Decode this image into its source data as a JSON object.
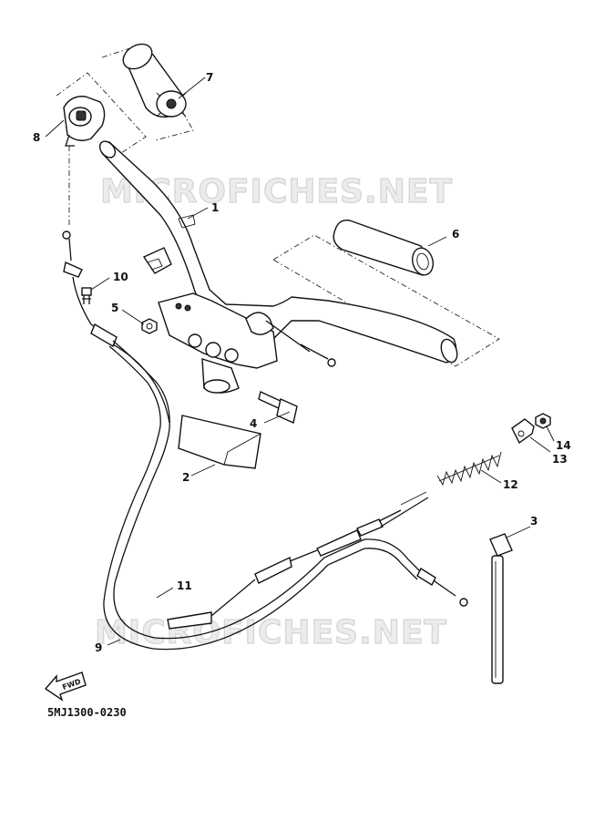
{
  "watermarks": [
    "MICROFICHES.NET",
    "MICROFICHES.NET"
  ],
  "callouts": {
    "c1": "1",
    "c2": "2",
    "c3": "3",
    "c4": "4",
    "c5": "5",
    "c6": "6",
    "c7": "7",
    "c8": "8",
    "c9": "9",
    "c10": "10",
    "c11": "11",
    "c12": "12",
    "c13": "13",
    "c14": "14"
  },
  "direction_label": "FWD",
  "diagram_code": "5MJ1300-0230"
}
